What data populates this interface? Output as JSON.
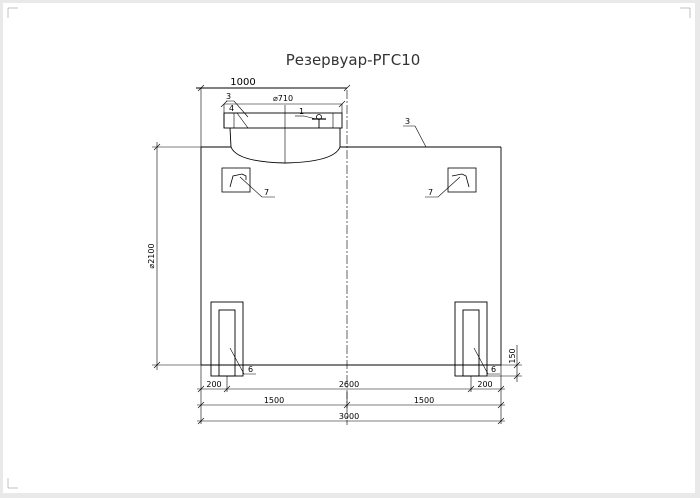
{
  "drawing": {
    "title": "Резервуар-РГС10",
    "dimensions": {
      "neck_offset": "1000",
      "neck_diameter": "⌀710",
      "body_diameter": "⌀2100",
      "support_height": "150",
      "support_left": "200",
      "support_right": "200",
      "support_span": "2600",
      "half_left": "1500",
      "half_right": "1500",
      "total_length": "3000"
    },
    "labels": {
      "item_1": "1",
      "item_3_neck": "3",
      "item_3_shell": "3",
      "item_4": "4",
      "item_6_left": "6",
      "item_6_right": "6",
      "item_7_left": "7",
      "item_7_right": "7"
    }
  }
}
